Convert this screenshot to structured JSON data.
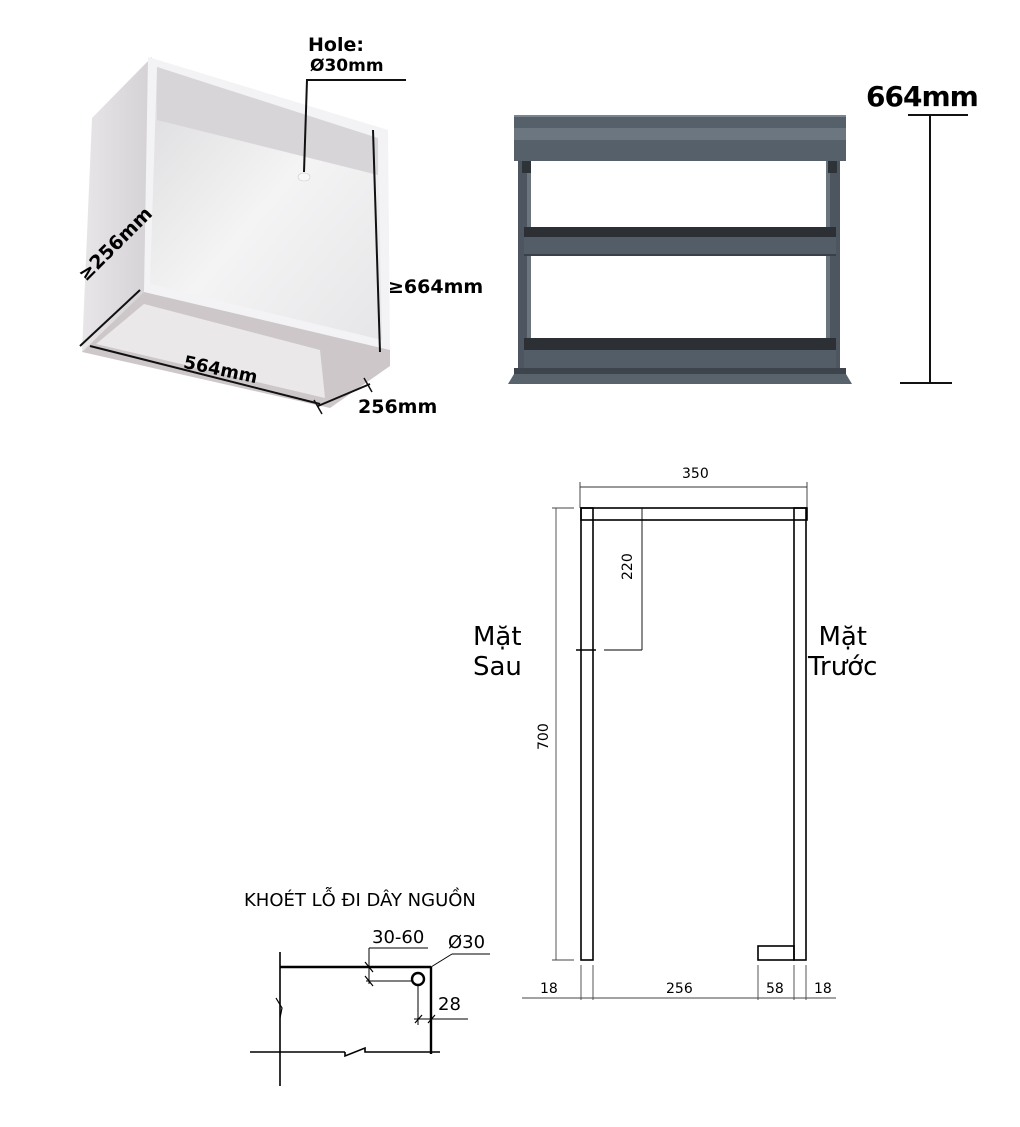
{
  "cabinet_3d": {
    "hole_label": "Hole:",
    "hole_diameter": "Ø30mm",
    "height_label": "≥664mm",
    "depth_label_left": "≥256mm",
    "width_label": "564mm",
    "depth_label_bottom": "256mm"
  },
  "product_view": {
    "height_label": "664mm",
    "colors": {
      "frame": "#4f5963",
      "frame_light": "#6a757f",
      "tray": "#2c2f33"
    }
  },
  "side_section": {
    "top_width": "350",
    "hole_offset": "220",
    "total_height": "700",
    "left_face_label": [
      "Mặt",
      "Sau"
    ],
    "right_face_label": [
      "Mặt",
      "Trước"
    ],
    "bottom_dims": [
      "18",
      "256",
      "58",
      "18"
    ]
  },
  "cutout_detail": {
    "title": "KHOÉT LỖ ĐI DÂY NGUỒN",
    "offset_range": "30-60",
    "hole_diameter": "Ø30",
    "edge_offset": "28"
  }
}
